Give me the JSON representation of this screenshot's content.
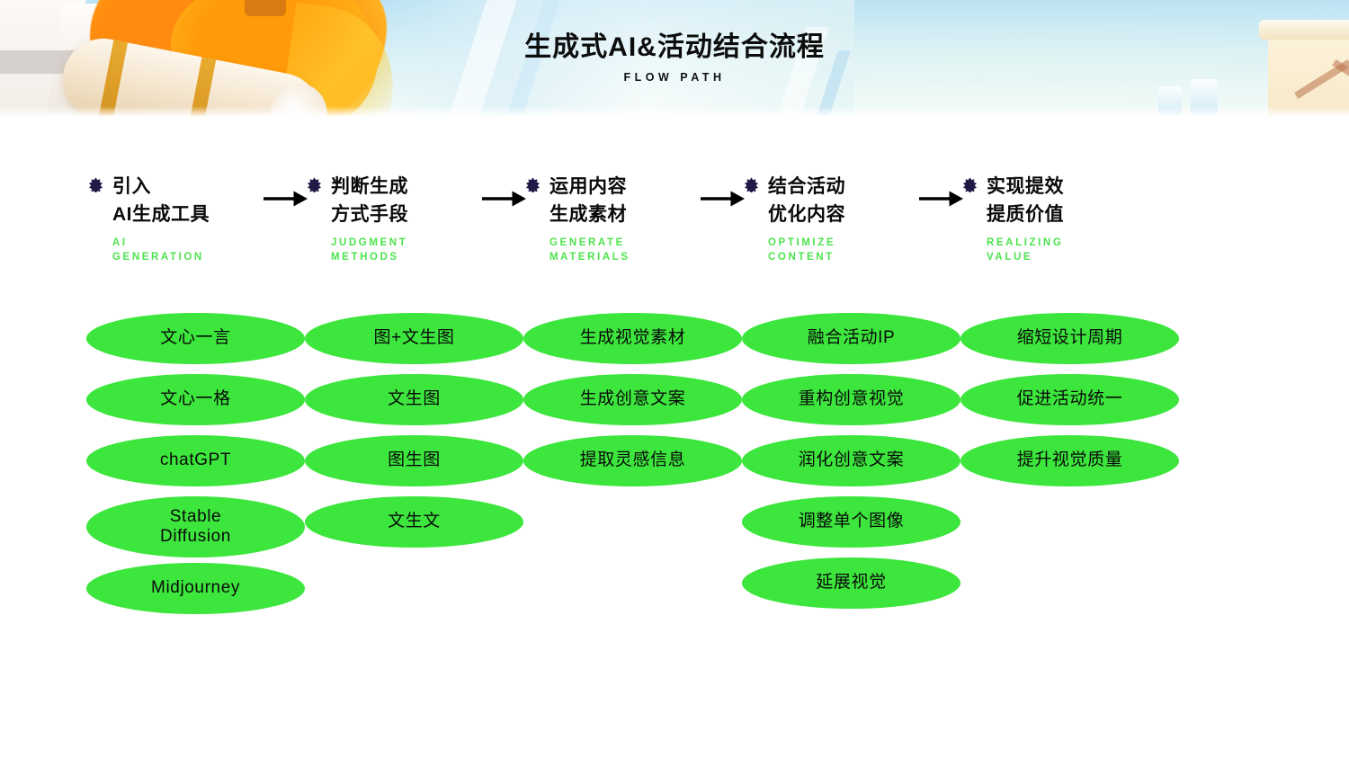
{
  "banner": {
    "title": "生成式AI&活动结合流程",
    "subtitle": "FLOW PATH",
    "illustration_name": "orange-flame-scroll-illustration"
  },
  "theme": {
    "pill_green": "#3CE63C",
    "subtitle_green": "#4EE34E",
    "bullet_navy": "#211A47",
    "text_black": "#0A0A0A",
    "page_background": "#FFFFFF"
  },
  "flow": {
    "arrow_glyph": "→",
    "columns": [
      {
        "bullet_icon": "six-point-star-bullet-icon",
        "title": "引入\nAI生成工具",
        "subtitle": "AI\nGENERATION",
        "has_arrow": true,
        "items": [
          {
            "label": "文心一言",
            "tall": false
          },
          {
            "label": "文心一格",
            "tall": false
          },
          {
            "label": "chatGPT",
            "tall": false
          },
          {
            "label": "Stable\nDiffusion",
            "tall": true
          },
          {
            "label": "Midjourney",
            "tall": false
          }
        ]
      },
      {
        "bullet_icon": "six-point-star-bullet-icon",
        "title": "判断生成\n方式手段",
        "subtitle": "JUDGMENT\nMETHODS",
        "has_arrow": true,
        "items": [
          {
            "label": "图+文生图",
            "tall": false
          },
          {
            "label": "文生图",
            "tall": false
          },
          {
            "label": "图生图",
            "tall": false
          },
          {
            "label": "文生文",
            "tall": false
          }
        ]
      },
      {
        "bullet_icon": "six-point-star-bullet-icon",
        "title": "运用内容\n生成素材",
        "subtitle": "GENERATE\nMATERIALS",
        "has_arrow": true,
        "items": [
          {
            "label": "生成视觉素材",
            "tall": false
          },
          {
            "label": "生成创意文案",
            "tall": false
          },
          {
            "label": "提取灵感信息",
            "tall": false
          }
        ]
      },
      {
        "bullet_icon": "six-point-star-bullet-icon",
        "title": "结合活动\n优化内容",
        "subtitle": "OPTIMIZE\nCONTENT",
        "has_arrow": true,
        "items": [
          {
            "label": "融合活动IP",
            "tall": false
          },
          {
            "label": "重构创意视觉",
            "tall": false
          },
          {
            "label": "润化创意文案",
            "tall": false
          },
          {
            "label": "调整单个图像",
            "tall": false
          },
          {
            "label": "延展视觉",
            "tall": false
          }
        ]
      },
      {
        "bullet_icon": "six-point-star-bullet-icon",
        "title": "实现提效\n提质价值",
        "subtitle": "REALIZING\nVALUE",
        "has_arrow": false,
        "items": [
          {
            "label": "缩短设计周期",
            "tall": false
          },
          {
            "label": "促进活动统一",
            "tall": false
          },
          {
            "label": "提升视觉质量",
            "tall": false
          }
        ]
      }
    ]
  }
}
